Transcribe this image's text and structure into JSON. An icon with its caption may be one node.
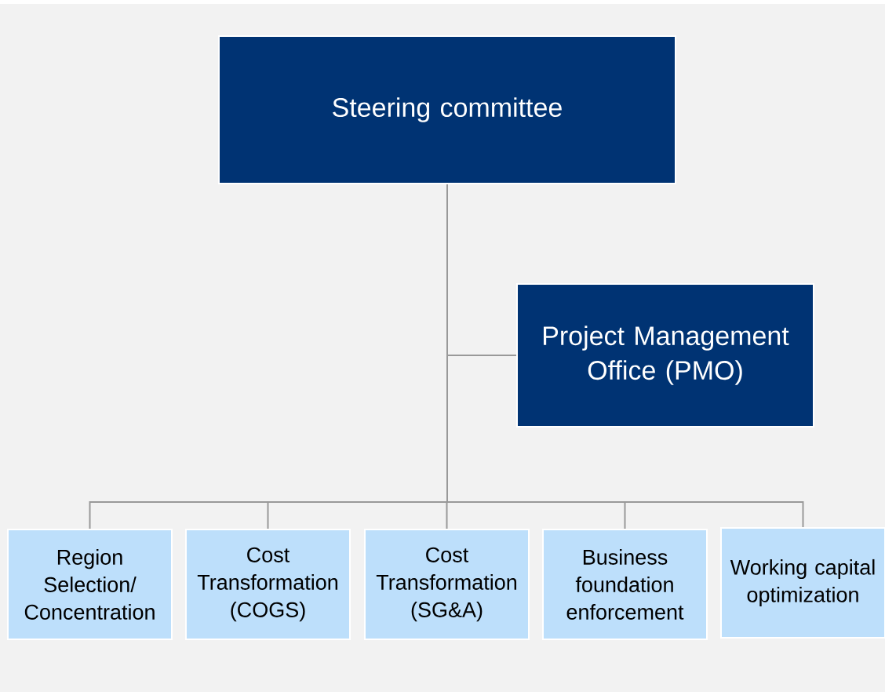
{
  "diagram": {
    "nodes": [
      {
        "text": [
          "Steering committee"
        ]
      },
      {
        "text": [
          "Project Management Office (PMO)"
        ]
      },
      {
        "text": [
          "Region Selection/ Concentration"
        ]
      },
      {
        "text": [
          "Cost Transformation (COGS)"
        ]
      },
      {
        "text": [
          "Cost Transformation (SG&A)"
        ]
      },
      {
        "text": [
          "Business foundation enforcement"
        ]
      },
      {
        "text": [
          "Working capital optimization"
        ]
      }
    ],
    "edges": [
      {
        "from": 0,
        "to": 1,
        "arrow": "none"
      },
      {
        "from": 0,
        "to": 2,
        "arrow": "none"
      },
      {
        "from": 0,
        "to": 3,
        "arrow": "none"
      },
      {
        "from": 0,
        "to": 4,
        "arrow": "none"
      },
      {
        "from": 0,
        "to": 5,
        "arrow": "none"
      },
      {
        "from": 0,
        "to": 6,
        "arrow": "none"
      }
    ]
  }
}
